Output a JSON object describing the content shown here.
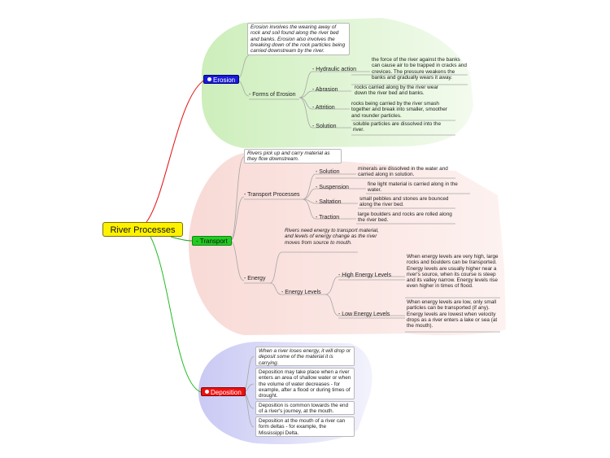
{
  "root": "River Processes",
  "erosion": {
    "label": "Erosion",
    "note": "Erosion involves the wearing away of rock and soil found along the river bed and banks. Erosion also involves the breaking down of the rock particles being carried downstream by the river.",
    "forms_label": "- Forms of Erosion",
    "forms": [
      {
        "label": "- Hydraulic action",
        "desc": "the force of the river against the banks can cause air to be trapped in cracks and crevices. The pressure weakens the banks and gradually wears it away."
      },
      {
        "label": "- Abrasion",
        "desc": "rocks carried along by the river wear down the river bed and banks."
      },
      {
        "label": "- Attrition",
        "desc": "rocks being carried by the river smash together and break into smaller, smoother and rounder particles."
      },
      {
        "label": "- Solution",
        "desc": "soluble particles are dissolved into the river."
      }
    ]
  },
  "transport": {
    "label": "- Transport",
    "note": "Rivers pick up and carry material as they flow downstream.",
    "processes_label": "- Transport Processes",
    "processes": [
      {
        "label": "- Solution",
        "desc": "minerals are dissolved in the water and carried along in solution."
      },
      {
        "label": "- Suspension",
        "desc": "fine light material is carried along in the water."
      },
      {
        "label": "- Saltation",
        "desc": "small pebbles and stones are bounced along the river bed."
      },
      {
        "label": "- Traction",
        "desc": "large boulders and rocks are rolled along the river bed."
      }
    ],
    "energy_label": "- Energy",
    "energy_note": "Rivers need energy to transport material, and levels of energy change as the river moves from source to mouth.",
    "energy_levels_label": "- Energy Levels",
    "high_label": "- High Energy Levels",
    "high_desc": "When energy levels are very high, large rocks and boulders can be transported. Energy levels are usually higher near a river's source, when its course is steep and its valley narrow. Energy levels rise even higher in times of flood.",
    "low_label": "- Low Energy Levels",
    "low_desc": "When energy levels are low, only small particles can be transported (if any). Energy levels are lowest when velocity drops as a river enters a lake or sea (at the mouth)."
  },
  "deposition": {
    "label": "Deposition",
    "note": "When a river loses energy, it will drop or deposit some of the material it is carrying.",
    "items": [
      "Deposition may take place when a river enters an area of shallow water or when the volume of water decreases - for example, after a flood or during times of drought.",
      "Deposition is common towards the end of a river's journey, at the mouth.",
      "Deposition at the mouth of a river can form deltas - for example, the Mississippi Delta."
    ]
  },
  "colors": {
    "root": "#fff200",
    "erosion": "#1a1ad8",
    "transport": "#22cc22",
    "deposition": "#ee1111",
    "erosion_bg": "#dff5cf",
    "transport_bg": "#fbe4e0",
    "deposition_bg": "#d9d9f7"
  }
}
